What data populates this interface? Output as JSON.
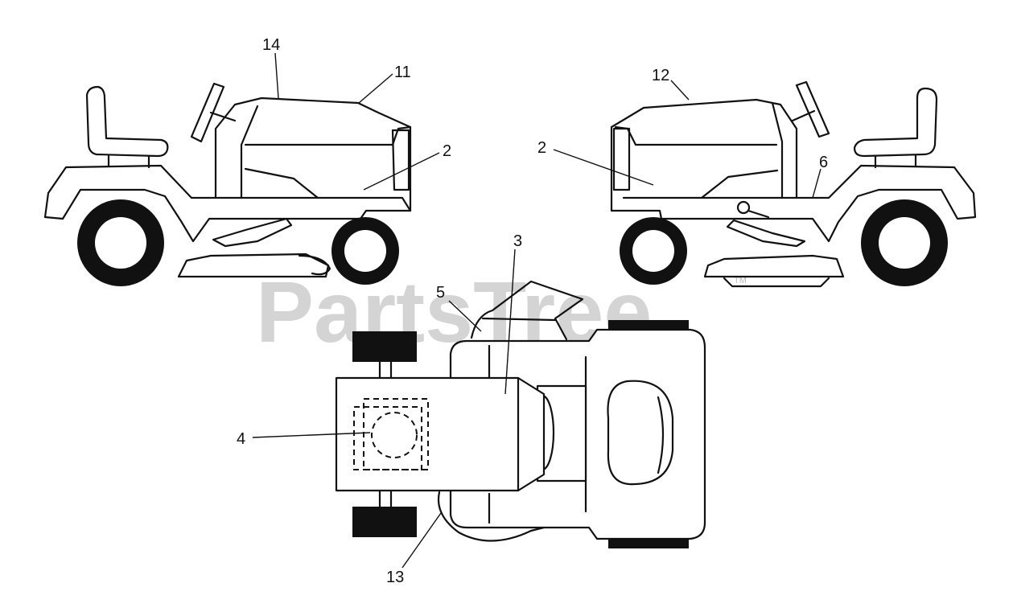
{
  "watermark": {
    "text": "PartsTree",
    "trademark": "TM"
  },
  "callouts": {
    "c14": "14",
    "c11": "11",
    "c2_left": "2",
    "c12": "12",
    "c2_right": "2",
    "c6": "6",
    "c3": "3",
    "c5": "5",
    "c4": "4",
    "c13": "13"
  }
}
